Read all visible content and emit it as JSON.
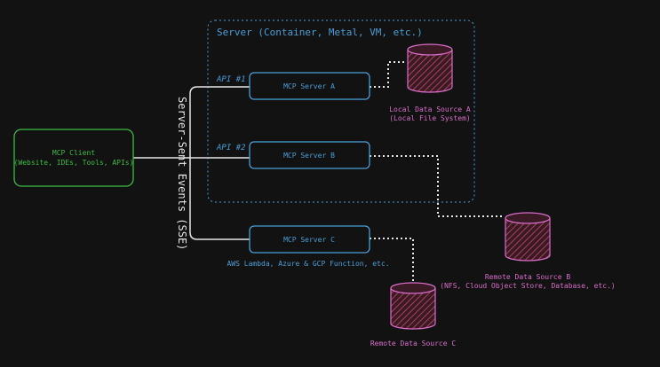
{
  "colors": {
    "background": "#121212",
    "server_blue": "#4a9ed6",
    "client_green": "#3dbb45",
    "datasource_pink": "#d86ec9",
    "datasource_fill": "#6b2a3a",
    "connector_white": "#e6e6e6"
  },
  "server_group": {
    "title": "Server (Container, Metal, VM, etc.)"
  },
  "client": {
    "line1": "MCP Client",
    "line2": "(Website, IDEs, Tools, APIs)"
  },
  "transport": {
    "label": "Server-Sent Events (SSE)"
  },
  "apis": {
    "api1": "API #1",
    "api2": "API #2"
  },
  "servers": {
    "a": "MCP Server A",
    "b": "MCP Server B",
    "c": "MCP Server C",
    "c_note": "AWS Lambda, Azure & GCP Function, etc."
  },
  "data_sources": {
    "local_a": {
      "line1": "Local Data Source A",
      "line2": "(Local File System)"
    },
    "remote_b": {
      "line1": "Remote Data Source B",
      "line2": "(NFS, Cloud Object Store, Database, etc.)"
    },
    "remote_c": {
      "line1": "Remote Data Source C"
    }
  }
}
